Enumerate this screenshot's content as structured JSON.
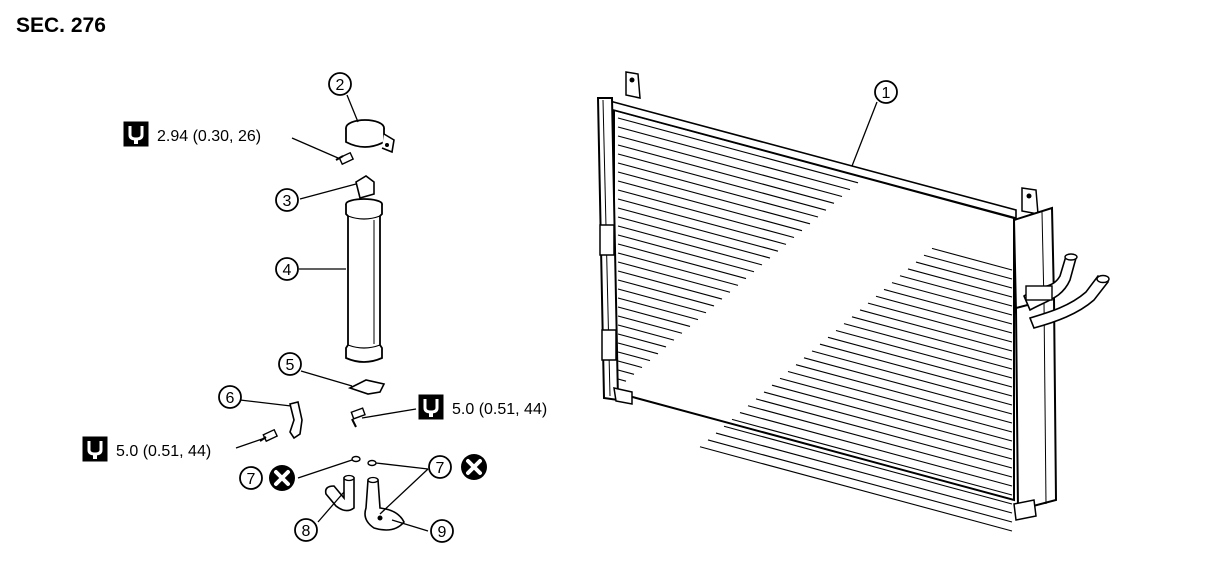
{
  "section": {
    "label": "SEC. 276"
  },
  "callouts": [
    {
      "number": "1",
      "part": "condenser"
    },
    {
      "number": "2",
      "part": "bracket"
    },
    {
      "number": "3",
      "part": "cap"
    },
    {
      "number": "4",
      "part": "liquid-tank"
    },
    {
      "number": "5",
      "part": "tank-bracket"
    },
    {
      "number": "6",
      "part": "pipe-bracket"
    },
    {
      "number": "7",
      "part": "o-ring-left"
    },
    {
      "number": "7",
      "part": "o-ring-right"
    },
    {
      "number": "8",
      "part": "pipe-left"
    },
    {
      "number": "9",
      "part": "pipe-right"
    }
  ],
  "torques": [
    {
      "value": "2.94 (0.30, 26)"
    },
    {
      "value": "5.0 (0.51, 44)"
    },
    {
      "value": "5.0 (0.51, 44)"
    }
  ],
  "colors": {
    "line": "#000000",
    "background": "#ffffff"
  },
  "icons": {
    "torque": "torque-wrench-icon",
    "do_not_reuse": "do-not-reuse-icon"
  }
}
